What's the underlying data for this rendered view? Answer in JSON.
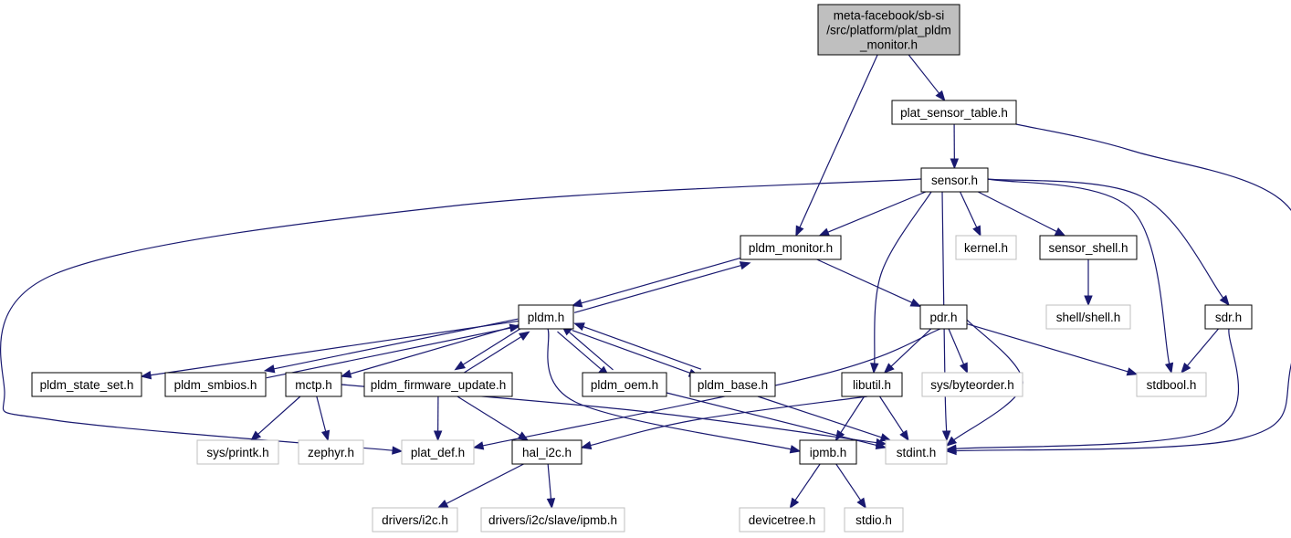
{
  "nodes": [
    {
      "id": "root",
      "lines": [
        "meta-facebook/sb-si",
        "/src/platform/plat_pldm",
        "_monitor.h"
      ],
      "kind": "root"
    },
    {
      "id": "plat_sensor_table",
      "lines": [
        "plat_sensor_table.h"
      ],
      "kind": "local"
    },
    {
      "id": "sensor",
      "lines": [
        "sensor.h"
      ],
      "kind": "local"
    },
    {
      "id": "pldm_monitor",
      "lines": [
        "pldm_monitor.h"
      ],
      "kind": "local"
    },
    {
      "id": "kernel",
      "lines": [
        "kernel.h"
      ],
      "kind": "external"
    },
    {
      "id": "sensor_shell",
      "lines": [
        "sensor_shell.h"
      ],
      "kind": "local"
    },
    {
      "id": "pldm",
      "lines": [
        "pldm.h"
      ],
      "kind": "local"
    },
    {
      "id": "pdr",
      "lines": [
        "pdr.h"
      ],
      "kind": "local"
    },
    {
      "id": "shell",
      "lines": [
        "shell/shell.h"
      ],
      "kind": "external"
    },
    {
      "id": "sdr",
      "lines": [
        "sdr.h"
      ],
      "kind": "local"
    },
    {
      "id": "pldm_state_set",
      "lines": [
        "pldm_state_set.h"
      ],
      "kind": "local"
    },
    {
      "id": "pldm_smbios",
      "lines": [
        "pldm_smbios.h"
      ],
      "kind": "local"
    },
    {
      "id": "mctp",
      "lines": [
        "mctp.h"
      ],
      "kind": "local"
    },
    {
      "id": "pldm_firmware_update",
      "lines": [
        "pldm_firmware_update.h"
      ],
      "kind": "local"
    },
    {
      "id": "pldm_oem",
      "lines": [
        "pldm_oem.h"
      ],
      "kind": "local"
    },
    {
      "id": "pldm_base",
      "lines": [
        "pldm_base.h"
      ],
      "kind": "local"
    },
    {
      "id": "libutil",
      "lines": [
        "libutil.h"
      ],
      "kind": "local"
    },
    {
      "id": "byteorder",
      "lines": [
        "sys/byteorder.h"
      ],
      "kind": "external"
    },
    {
      "id": "stdbool",
      "lines": [
        "stdbool.h"
      ],
      "kind": "external"
    },
    {
      "id": "printk",
      "lines": [
        "sys/printk.h"
      ],
      "kind": "external"
    },
    {
      "id": "zephyr",
      "lines": [
        "zephyr.h"
      ],
      "kind": "external"
    },
    {
      "id": "plat_def",
      "lines": [
        "plat_def.h"
      ],
      "kind": "external"
    },
    {
      "id": "hal_i2c",
      "lines": [
        "hal_i2c.h"
      ],
      "kind": "local"
    },
    {
      "id": "ipmb",
      "lines": [
        "ipmb.h"
      ],
      "kind": "local"
    },
    {
      "id": "stdint",
      "lines": [
        "stdint.h"
      ],
      "kind": "external"
    },
    {
      "id": "drivers_i2c",
      "lines": [
        "drivers/i2c.h"
      ],
      "kind": "external"
    },
    {
      "id": "drivers_i2c_slave_ipmb",
      "lines": [
        "drivers/i2c/slave/ipmb.h"
      ],
      "kind": "external"
    },
    {
      "id": "devicetree",
      "lines": [
        "devicetree.h"
      ],
      "kind": "external"
    },
    {
      "id": "stdio",
      "lines": [
        "stdio.h"
      ],
      "kind": "external"
    }
  ],
  "edges": [
    {
      "from": "root",
      "to": "plat_sensor_table"
    },
    {
      "from": "root",
      "to": "pldm_monitor"
    },
    {
      "from": "plat_sensor_table",
      "to": "sensor"
    },
    {
      "from": "plat_sensor_table",
      "to": "stdint"
    },
    {
      "from": "sensor",
      "to": "pldm_monitor"
    },
    {
      "from": "sensor",
      "to": "kernel"
    },
    {
      "from": "sensor",
      "to": "sensor_shell"
    },
    {
      "from": "sensor",
      "to": "libutil"
    },
    {
      "from": "sensor",
      "to": "stdint"
    },
    {
      "from": "sensor",
      "to": "stdbool"
    },
    {
      "from": "sensor",
      "to": "sdr"
    },
    {
      "from": "sensor",
      "to": "plat_def"
    },
    {
      "from": "pldm_monitor",
      "to": "pldm"
    },
    {
      "from": "pldm_monitor",
      "to": "pdr"
    },
    {
      "from": "pldm",
      "to": "pldm_monitor"
    },
    {
      "from": "pldm",
      "to": "pldm_state_set"
    },
    {
      "from": "pldm",
      "to": "pldm_smbios"
    },
    {
      "from": "pldm",
      "to": "mctp"
    },
    {
      "from": "pldm",
      "to": "pldm_firmware_update"
    },
    {
      "from": "pldm",
      "to": "pldm_oem"
    },
    {
      "from": "pldm",
      "to": "pldm_base"
    },
    {
      "from": "pldm",
      "to": "ipmb"
    },
    {
      "from": "pldm_smbios",
      "to": "pldm"
    },
    {
      "from": "pldm_firmware_update",
      "to": "pldm"
    },
    {
      "from": "pldm_oem",
      "to": "pldm"
    },
    {
      "from": "pldm_base",
      "to": "pldm"
    },
    {
      "from": "sensor_shell",
      "to": "shell"
    },
    {
      "from": "sdr",
      "to": "stdbool"
    },
    {
      "from": "sdr",
      "to": "stdint"
    },
    {
      "from": "pdr",
      "to": "libutil"
    },
    {
      "from": "pdr",
      "to": "byteorder"
    },
    {
      "from": "pdr",
      "to": "stdbool"
    },
    {
      "from": "pdr",
      "to": "stdint"
    },
    {
      "from": "pdr",
      "to": "plat_def"
    },
    {
      "from": "mctp",
      "to": "printk"
    },
    {
      "from": "mctp",
      "to": "zephyr"
    },
    {
      "from": "mctp",
      "to": "stdint"
    },
    {
      "from": "pldm_firmware_update",
      "to": "plat_def"
    },
    {
      "from": "pldm_firmware_update",
      "to": "hal_i2c"
    },
    {
      "from": "pldm_oem",
      "to": "stdint"
    },
    {
      "from": "pldm_base",
      "to": "stdint"
    },
    {
      "from": "libutil",
      "to": "ipmb"
    },
    {
      "from": "libutil",
      "to": "stdint"
    },
    {
      "from": "libutil",
      "to": "hal_i2c"
    },
    {
      "from": "hal_i2c",
      "to": "drivers_i2c"
    },
    {
      "from": "hal_i2c",
      "to": "drivers_i2c_slave_ipmb"
    },
    {
      "from": "ipmb",
      "to": "devicetree"
    },
    {
      "from": "ipmb",
      "to": "stdio"
    }
  ]
}
